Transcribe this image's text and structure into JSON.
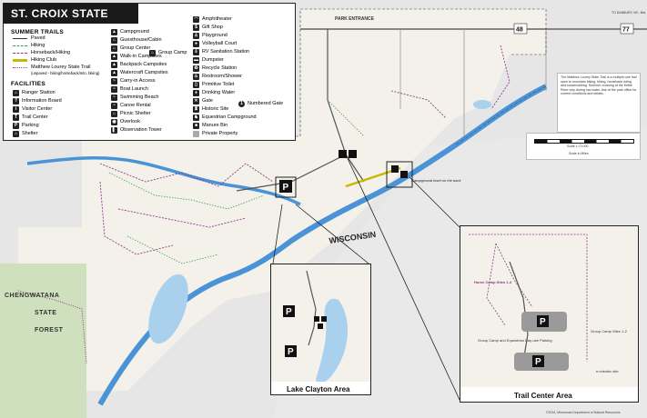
{
  "title": "ST. CROIX STATE PARK",
  "legend": {
    "summer_trails_heading": "SUMMER TRAILS",
    "trails": [
      {
        "label": "Paved",
        "color": "#333333",
        "style": "solid"
      },
      {
        "label": "Hiking",
        "color": "#3aa35a",
        "style": "dashed"
      },
      {
        "label": "Horseback/Hiking",
        "color": "#8e3a8e",
        "style": "dashed"
      },
      {
        "label": "Hiking Club",
        "color": "#c9b800",
        "style": "solid"
      },
      {
        "label": "Matthew Lourey State Trail",
        "sub": "(unpaved - hiking/horseback/mtn. biking)",
        "color": "#8e3a8e",
        "style": "dotted"
      }
    ],
    "facilities_heading": "FACILITIES",
    "facilities_col1": [
      {
        "icon": "ranger-station-icon",
        "glyph": "⌂",
        "label": "Ranger Station"
      },
      {
        "icon": "information-board-icon",
        "glyph": "?",
        "label": "Information Board"
      },
      {
        "icon": "visitor-center-icon",
        "glyph": "i",
        "label": "Visitor Center"
      },
      {
        "icon": "trail-center-icon",
        "glyph": "T",
        "label": "Trail Center"
      },
      {
        "icon": "parking-icon",
        "glyph": "P",
        "label": "Parking"
      },
      {
        "icon": "shelter-icon",
        "glyph": "⌂",
        "label": "Shelter"
      }
    ],
    "facilities_col2": [
      {
        "icon": "campground-icon",
        "glyph": "▲",
        "label": "Campground"
      },
      {
        "icon": "guesthouse-cabin-icon",
        "glyph": "⌂",
        "label": "Guesthouse/Cabin"
      },
      {
        "icon": "group-center-icon",
        "glyph": "⌂",
        "label": "Group Center"
      },
      {
        "icon": "walk-in-campsites-icon",
        "glyph": "▲",
        "label": "Walk-in Campsites"
      },
      {
        "icon": "backpack-campsites-icon",
        "glyph": "▲",
        "label": "Backpack Campsites"
      },
      {
        "icon": "watercraft-campsites-icon",
        "glyph": "▲",
        "label": "Watercraft Campsites"
      },
      {
        "icon": "carry-in-access-icon",
        "glyph": "~",
        "label": "Carry-in Access"
      },
      {
        "icon": "boat-launch-icon",
        "glyph": "~",
        "label": "Boat Launch"
      },
      {
        "icon": "swimming-beach-icon",
        "glyph": "~",
        "label": "Swimming Beach"
      },
      {
        "icon": "canoe-rental-icon",
        "glyph": "~",
        "label": "Canoe Rental"
      },
      {
        "icon": "picnic-shelter-icon",
        "glyph": "⌂",
        "label": "Picnic Shelter"
      },
      {
        "icon": "overlook-icon",
        "glyph": "◉",
        "label": "Overlook"
      },
      {
        "icon": "observation-tower-icon",
        "glyph": "▌",
        "label": "Observation Tower"
      }
    ],
    "group_camp_label": "Group Camp",
    "facilities_col3": [
      {
        "icon": "amphitheater-icon",
        "glyph": "◠",
        "label": "Amphitheater"
      },
      {
        "icon": "gift-shop-icon",
        "glyph": "$",
        "label": "Gift Shop"
      },
      {
        "icon": "playground-icon",
        "glyph": "♙",
        "label": "Playground"
      },
      {
        "icon": "volleyball-court-icon",
        "glyph": "●",
        "label": "Volleyball Court"
      },
      {
        "icon": "rv-sanitation-station-icon",
        "glyph": "⇩",
        "label": "RV Sanitation Station"
      },
      {
        "icon": "dumpster-icon",
        "glyph": "▬",
        "label": "Dumpster"
      },
      {
        "icon": "recycle-station-icon",
        "glyph": "♻",
        "label": "Recycle Station"
      },
      {
        "icon": "restroom-shower-icon",
        "glyph": "♨",
        "label": "Restroom/Shower"
      },
      {
        "icon": "primitive-toilet-icon",
        "glyph": "▯",
        "label": "Primitive Toilet"
      },
      {
        "icon": "drinking-water-icon",
        "glyph": "♦",
        "label": "Drinking Water"
      },
      {
        "icon": "gate-icon",
        "glyph": "✕",
        "label": "Gate"
      },
      {
        "icon": "historic-site-icon",
        "glyph": "♜",
        "label": "Historic Site"
      },
      {
        "icon": "equestrian-campground-icon",
        "glyph": "♞",
        "label": "Equestrian Campground"
      },
      {
        "icon": "manure-bin-icon",
        "glyph": "■",
        "label": "Manure Bin"
      },
      {
        "icon": "private-property-icon",
        "glyph": "",
        "label": "Private Property"
      }
    ],
    "numbered_gate_label": "Numbered Gate"
  },
  "map_labels": {
    "wisconsin": "WISCONSIN",
    "chengwatana": "CHENGWATANA",
    "state": "STATE",
    "forest": "FOREST",
    "park_entrance": "PARK ENTRANCE",
    "campground_inset_note": "Campground inset on the back",
    "hwy_48": "48",
    "hwy_77": "77",
    "to_danbury": "TO DANBURY, WI - 8mi"
  },
  "insets": {
    "lake_clayton_label": "Lake Clayton Area",
    "trail_center_label": "Trail Center Area",
    "trail_center_group_camp_parking": "Group Camp and Equestrian Day-use Parking",
    "trail_center_horse_camp": "Horse Camp Sites 1-4",
    "trail_center_group_camp": "Group Camp Sites 1-2",
    "trail_center_legend": "e=electric site"
  },
  "info_box_text": "The Matthew Lourey State Trail is a multiple-use trail open to mountain biking, hiking, horseback riding and snowmobiling. Summer crossing at the Kettle River only during low water. Ask at the park office for current conditions and details.",
  "scale": {
    "ratio": "Scale 1:72,000",
    "unit": "Scale in Miles"
  },
  "copyright": "©2024, Minnesota Department of Natural Resources",
  "colors": {
    "land_park": "#f2f0e8",
    "land_outside": "#dcdcdc",
    "forest_green": "#c8dab8",
    "water": "#a9d0ec",
    "river": "#3f8fd2",
    "hiking": "#3aa35a",
    "horse": "#8e3a8e",
    "road": "#666666",
    "hiking_club": "#c9b800"
  }
}
